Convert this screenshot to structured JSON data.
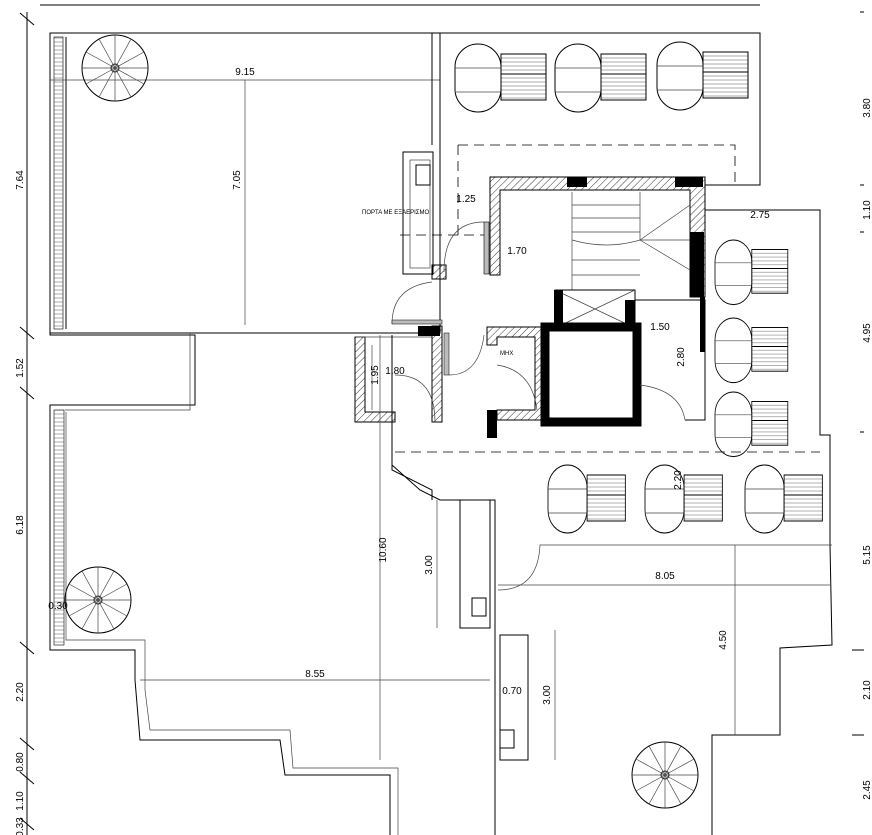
{
  "plan": {
    "labels": {
      "vent_door": "ΠΟΡΤΑ ΜΕ ΕΞΑΕΡΙΣΜΟ",
      "machine_room": "ΜΗΧ"
    },
    "dimensions_left": [
      "7.64",
      "1.52",
      "6.18",
      "2.20",
      "0.80",
      "1.10",
      "0.33"
    ],
    "dimensions_right": [
      "3.80",
      "1.10",
      "4.95",
      "5.15",
      "2.10",
      "2.45"
    ],
    "dimensions_interior": {
      "terrace_width": "9.15",
      "terrace_depth": "7.05",
      "corridor_upper": "1.25",
      "stair_landing": "1.70",
      "right_terrace_width": "2.75",
      "elevator_lobby_width": "1.50",
      "elevator_lobby_depth": "2.80",
      "small_room_depth": "1.95",
      "small_room_width": "1.80",
      "lower_depth": "10.60",
      "counter_left": "3.00",
      "lower_right_width": "8.05",
      "lower_right_depth": "4.50",
      "lower_left_width": "8.55",
      "counter_gap": "0.70",
      "counter_right": "3.00",
      "parapet": "0.30",
      "chair_spacing": "2.20"
    }
  }
}
